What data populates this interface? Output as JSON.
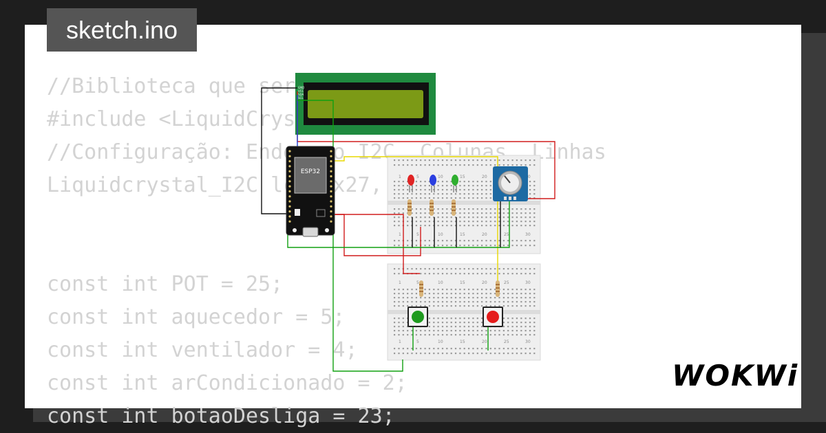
{
  "tab": {
    "label": "sketch.ino"
  },
  "code_lines": [
    "//Biblioteca que será usada",
    "#include <LiquidCrystal_I2C.h>",
    "//Configuração: Endereço I2C, Colunas, Linhas",
    "Liquidcrystal_I2C lcd(0x27, 16, 2);",
    "",
    "",
    "const int POT = 25;",
    "const int aquecedor = 5;",
    "const int ventilador = 4;",
    "const int arCondicionado = 2;",
    "const int botaoDesliga = 23;"
  ],
  "brand": {
    "name": "WOKWi"
  },
  "esp32": {
    "label": "ESP32"
  },
  "lcd": {
    "pin_labels": [
      "GND",
      "VCC",
      "SDA",
      "SCL"
    ]
  },
  "breadboard_top": {
    "col_labels": [
      "1",
      "5",
      "10",
      "15",
      "20",
      "25",
      "30"
    ]
  },
  "breadboard_bottom": {
    "col_labels": [
      "1",
      "5",
      "10",
      "15",
      "20",
      "25",
      "30"
    ]
  },
  "colors": {
    "lcd_board": "#1f8a3f",
    "lcd_screen": "#7c9a16",
    "led_red": "#e02424",
    "led_blue": "#2b3fe0",
    "led_green": "#2fae2f",
    "pot_board": "#1d6aa3",
    "button_green": "#1f9a1f",
    "button_red": "#e51c1c",
    "wire_black": "#111111",
    "wire_red": "#d11b1b",
    "wire_green": "#10a010",
    "wire_yellow": "#e8d800",
    "wire_blue": "#1c3fd6"
  }
}
